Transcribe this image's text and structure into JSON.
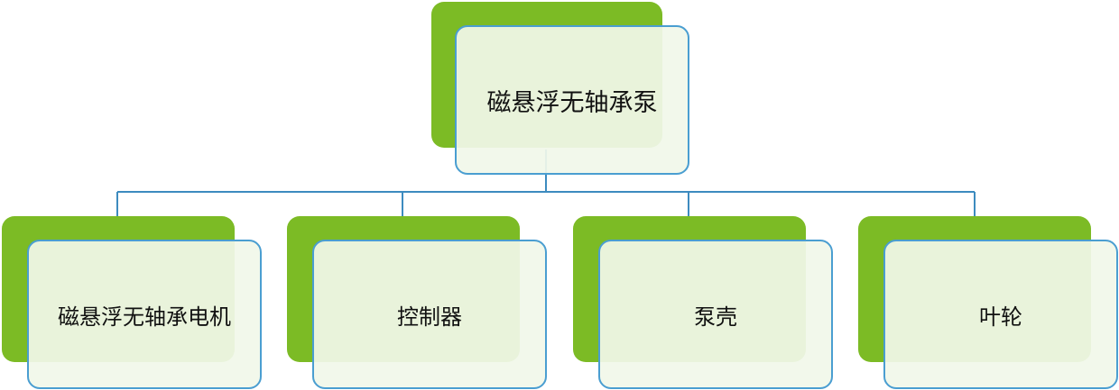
{
  "diagram": {
    "root": {
      "label": "磁悬浮无轴承泵"
    },
    "children": [
      {
        "label": "磁悬浮无轴承电机"
      },
      {
        "label": "控制器"
      },
      {
        "label": "泵壳"
      },
      {
        "label": "叶轮"
      }
    ]
  },
  "colors": {
    "accent_green": "#7cbb25",
    "card_border": "#4a9ed1",
    "card_fill": "#f1f7e9",
    "connector": "#3d8bbf",
    "text": "#111111"
  }
}
